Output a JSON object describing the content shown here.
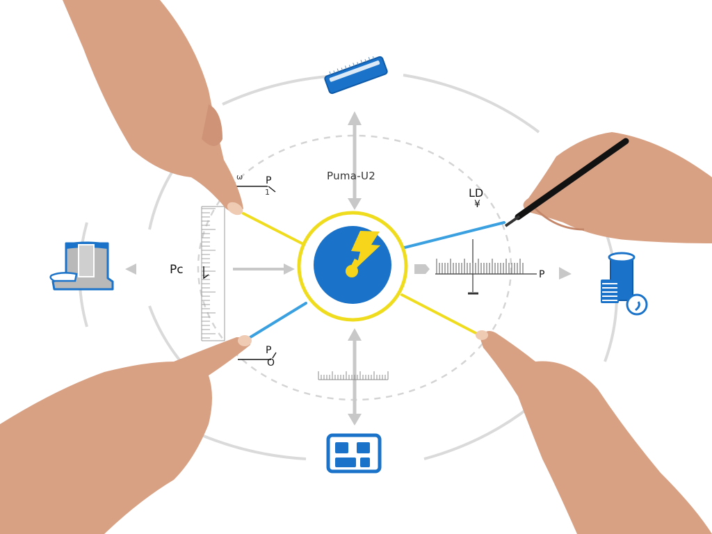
{
  "scene": {
    "description": "Illustration of four hands pointing at a circular process diagram with a central lightning-bolt hub and blue icons around the ring",
    "colors": {
      "background": "#ffffff",
      "ring": "#d9d9d9",
      "dashed_ring": "#d4d4d4",
      "accent_blue": "#1a73c9",
      "accent_yellow": "#f0dc1e",
      "line_blue": "#3aa0e0",
      "skin": "#d9a184"
    }
  },
  "hub": {
    "icon": "lightning-bolt-icon",
    "label": "Puma-U2"
  },
  "labels": {
    "top_left_marker": "P",
    "top_left_sub": "1",
    "top_left_tiny": "ω",
    "top_right_marker": "LD",
    "top_right_sub": "¥",
    "left_marker": "Pc",
    "bottom_left_marker": "P",
    "bottom_left_sub": "O",
    "right_axis_marker": "P"
  },
  "icons": {
    "top": "ruler-icon",
    "left": "machine-icon",
    "right": "container-coin-icon",
    "bottom": "grid-layout-icon"
  }
}
